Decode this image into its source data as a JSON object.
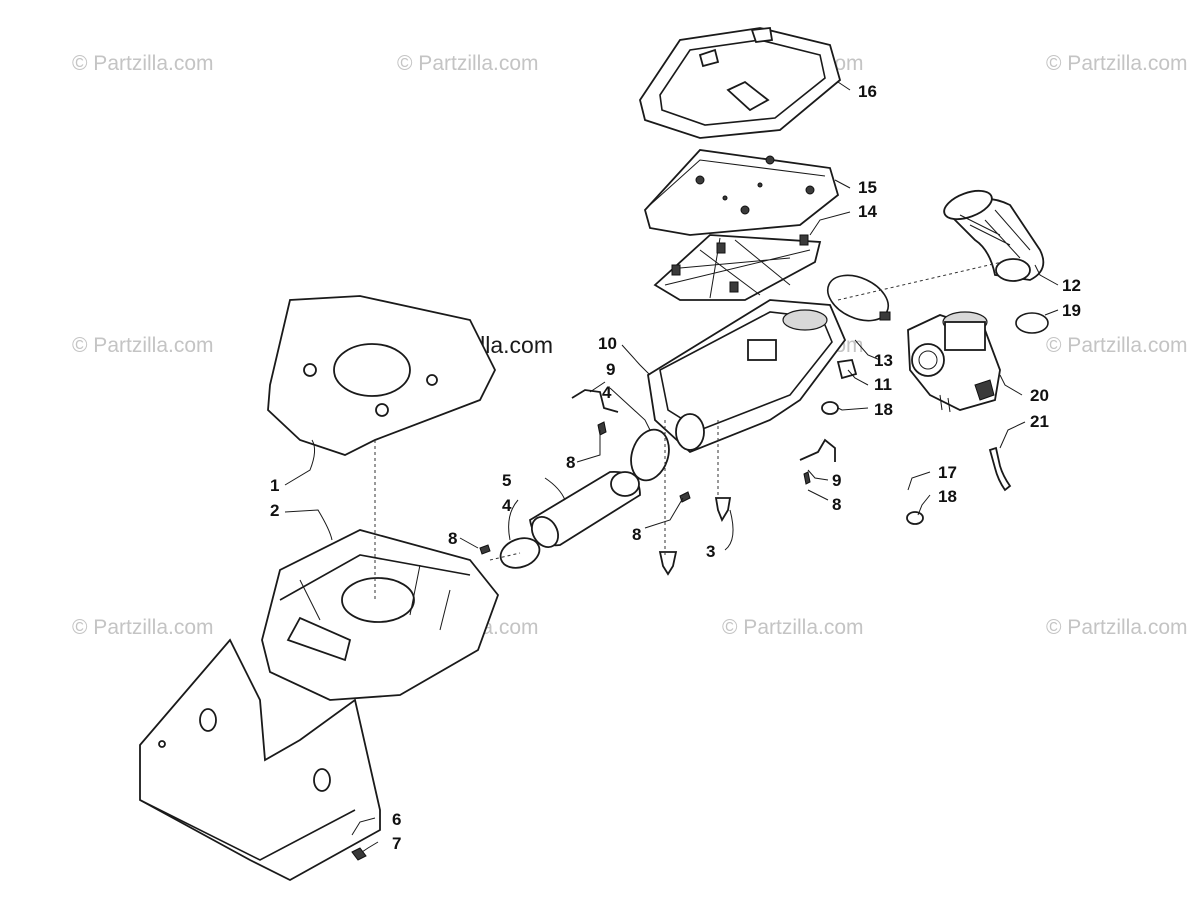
{
  "watermark": {
    "text": "© Partzilla.com",
    "featured_text": "© Partzilla.com"
  },
  "callouts": {
    "c1": "1",
    "c2": "2",
    "c3": "3",
    "c4a": "4",
    "c4b": "4",
    "c5": "5",
    "c6": "6",
    "c7": "7",
    "c8a": "8",
    "c8b": "8",
    "c8c": "8",
    "c8d": "8",
    "c9a": "9",
    "c9b": "9",
    "c10": "10",
    "c11": "11",
    "c12": "12",
    "c13": "13",
    "c14": "14",
    "c15": "15",
    "c16": "16",
    "c17": "17",
    "c18a": "18",
    "c18b": "18",
    "c19": "19",
    "c20": "20",
    "c21": "21"
  },
  "colors": {
    "line": "#1a1a1a",
    "watermark": "#c4c4c4",
    "background": "#ffffff"
  }
}
